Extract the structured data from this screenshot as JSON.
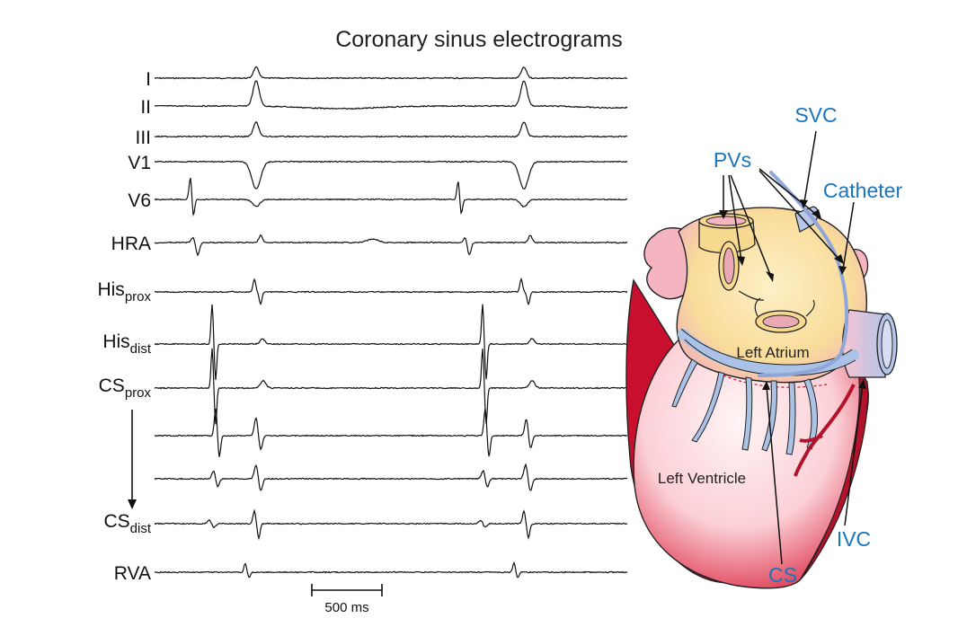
{
  "title": "Coronary sinus electrograms",
  "leads": [
    {
      "label": "I"
    },
    {
      "label": "II"
    },
    {
      "label": "III"
    },
    {
      "label": "V1"
    },
    {
      "label": "V6"
    },
    {
      "label": "HRA"
    },
    {
      "label": "His",
      "sub": "prox"
    },
    {
      "label": "His",
      "sub": "dist"
    },
    {
      "label": "CS",
      "sub": "prox"
    },
    {
      "label": ""
    },
    {
      "label": ""
    },
    {
      "label": "CS",
      "sub": "dist"
    },
    {
      "label": "RVA"
    }
  ],
  "scale_bar": {
    "label": "500 ms"
  },
  "heart": {
    "left_atrium": "Left Atrium",
    "left_ventricle": "Left Ventricle",
    "callouts": {
      "svc": "SVC",
      "pvs": "PVs",
      "catheter": "Catheter",
      "ivc": "IVC",
      "cs": "CS"
    }
  },
  "colors": {
    "callout_text": "#1a75bc",
    "trace": "#111111",
    "ventricle_dark": "#c8102e",
    "ventricle_light": "#ffe9ec",
    "atrium": "#fbe3a3",
    "atrium_pink": "#f4b5c0",
    "vein_blue": "#b8c8e8",
    "cs_blue": "#a9c2e6"
  }
}
